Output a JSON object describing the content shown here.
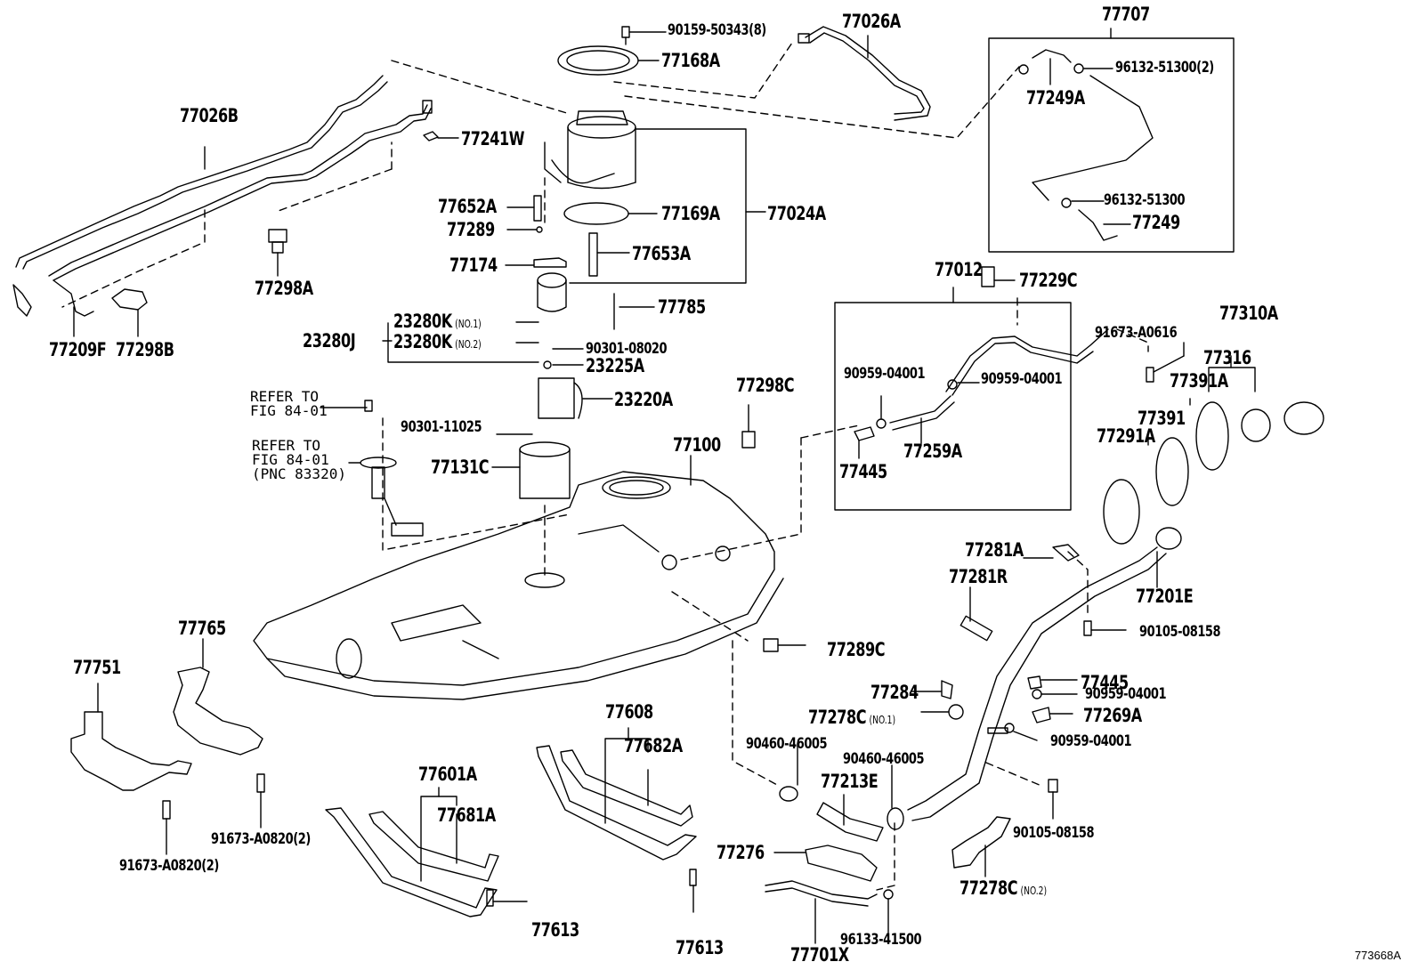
{
  "diagram": {
    "type": "exploded-parts-diagram",
    "figure_id": "773668A",
    "subject": "Fuel tank & tube assembly",
    "references": [
      {
        "line1": "REFER TO",
        "line2": "FIG 84-01",
        "line3": ""
      },
      {
        "line1": "REFER TO",
        "line2": "FIG 84-01",
        "line3": "(PNC 83320)"
      }
    ],
    "callouts": {
      "p77026B": "77026B",
      "p77241W": "77241W",
      "p77298A": "77298A",
      "p77209F": "77209F",
      "p77298B": "77298B",
      "p90159": "90159-50343(8)",
      "p77168A": "77168A",
      "p77026A": "77026A",
      "p77652A": "77652A",
      "p77289": "77289",
      "p77169A": "77169A",
      "p77024A": "77024A",
      "p77653A": "77653A",
      "p77174": "77174",
      "p77785": "77785",
      "p23280J": "23280J",
      "p23280K1": "23280K",
      "p23280K1_note": "(NO.1)",
      "p23280K2": "23280K",
      "p23280K2_note": "(NO.2)",
      "p90301_08020": "90301-08020",
      "p23225A": "23225A",
      "p23220A": "23220A",
      "p90301_11025": "90301-11025",
      "p77131C": "77131C",
      "p77100": "77100",
      "p77298C": "77298C",
      "p77707": "77707",
      "p96132_2": "96132-51300(2)",
      "p77249A": "77249A",
      "p96132": "96132-51300",
      "p77249": "77249",
      "p77012": "77012",
      "p77229C": "77229C",
      "p90959_a": "90959-04001",
      "p90959_b": "90959-04001",
      "p77445_a": "77445",
      "p77259A": "77259A",
      "p91673_A0616": "91673-A0616",
      "p77310A": "77310A",
      "p77316": "77316",
      "p77391A": "77391A",
      "p77391": "77391",
      "p77291A": "77291A",
      "p77281A": "77281A",
      "p77281R": "77281R",
      "p77201E": "77201E",
      "p90105_a": "90105-08158",
      "p77445_b": "77445",
      "p90959_c": "90959-04001",
      "p77269A": "77269A",
      "p90959_d": "90959-04001",
      "p77289C": "77289C",
      "p77284": "77284",
      "p77278C1": "77278C",
      "p77278C1_note": "(NO.1)",
      "p90460_a": "90460-46005",
      "p90460_b": "90460-46005",
      "p77213E": "77213E",
      "p77276": "77276",
      "p77701X": "77701X",
      "p96133": "96133-41500",
      "p77278C2": "77278C",
      "p77278C2_note": "(NO.2)",
      "p90105_b": "90105-08158",
      "p77765": "77765",
      "p77751": "77751",
      "p91673_a": "91673-A0820(2)",
      "p91673_b": "91673-A0820(2)",
      "p77608": "77608",
      "p77682A": "77682A",
      "p77601A": "77601A",
      "p77681A": "77681A",
      "p77613_a": "77613",
      "p77613_b": "77613"
    }
  }
}
